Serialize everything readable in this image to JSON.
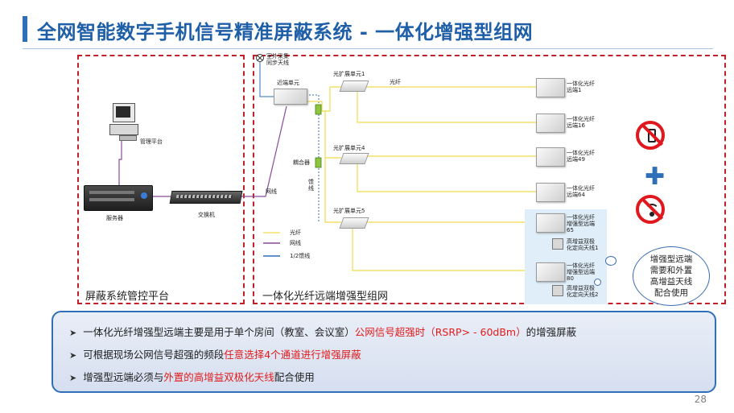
{
  "page": {
    "title": "全网智能数字手机信号精准屏蔽系统 - 一体化增强型组网",
    "page_number": "28"
  },
  "panels": {
    "left_label": "屏蔽系统管控平台",
    "right_label": "一体化光纤远端增强型组网"
  },
  "left_diagram": {
    "pc_label": "管理平台",
    "server_label": "服务器",
    "switch_label": "交换机",
    "network_label": "网线"
  },
  "right_diagram": {
    "antenna_label": "室外采集\n同步天线",
    "near_unit_label": "近端单元",
    "coupler_label": "耦合器",
    "feeder_label": "馈\n线",
    "expander1_label": "光扩展单元1",
    "expander4_label": "光扩展单元4",
    "expander5_label": "光扩展单元5",
    "fiber_label": "光纤",
    "remote1_label": "一体化光纤\n远端1",
    "remote16_label": "一体化光纤\n远端16",
    "remote49_label": "一体化光纤\n远端49",
    "remote64_label": "一体化光纤\n远端64",
    "remote65_label": "一体化光纤\n增强型远端\n65",
    "remote80_label": "一体化光纤\n增强型远端\n80",
    "antenna1_label": "高增益双极\n化定向天线1",
    "antenna2_label": "高增益双极\n化定向天线2"
  },
  "legend": {
    "items": [
      {
        "label": "光纤",
        "color": "#f3e06a"
      },
      {
        "label": "网线",
        "color": "#8a4a9a"
      },
      {
        "label": "1/2馈线",
        "color": "#2f6fb8"
      }
    ]
  },
  "icons": {
    "no_phone": "no-phone-icon",
    "plus": "plus-icon",
    "no_wifi": "no-wifi-icon"
  },
  "bubble_text": "增强型远端\n需要和外置\n高增益天线\n配合使用",
  "bullets": [
    {
      "pre": "一体化光纤增强型远端主要是用于单个房间（教室、会议室）",
      "highlight": "公网信号超强时（RSRP> - 60dBm）",
      "post": "的增强屏蔽"
    },
    {
      "pre": "可根据现场公网信号超强的频段",
      "highlight": "任意选择4个通道进行增强屏蔽",
      "post": ""
    },
    {
      "pre": "增强型远端必须与",
      "highlight": "外置的高增益双极化天线",
      "post": "配合使用"
    }
  ],
  "colors": {
    "title": "#1f5fa8",
    "panel_border": "#c0202a",
    "fiber": "#f3e06a",
    "network": "#8a4a9a",
    "feeder": "#2f6fb8",
    "highlight": "#e31b1b"
  }
}
